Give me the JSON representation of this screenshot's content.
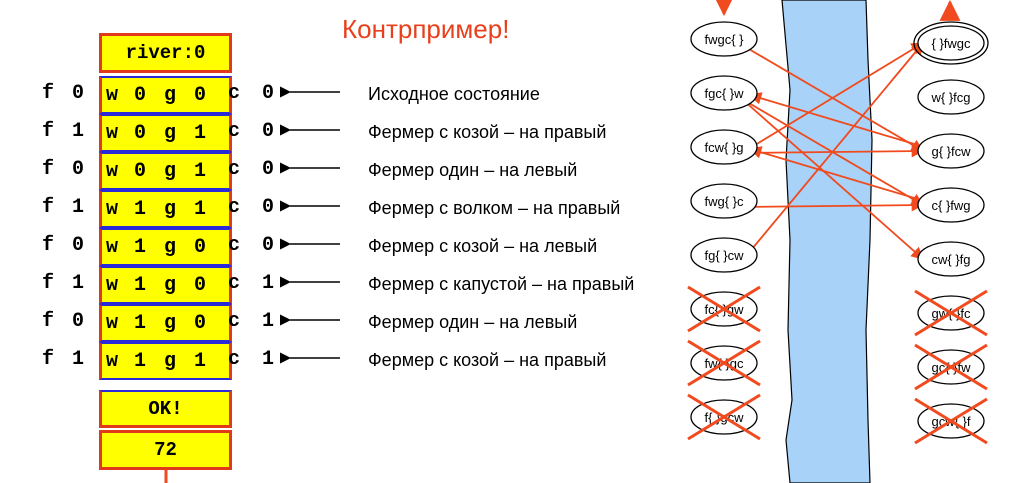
{
  "title": "Контрпример!",
  "table": {
    "header": "river:0",
    "rows": [
      {
        "f": "f",
        "fv": "0",
        "w": "w",
        "wv": "0",
        "g": "g",
        "gv": "0",
        "c": "c",
        "cv": "0",
        "label": "Исходное состояние"
      },
      {
        "f": "f",
        "fv": "1",
        "w": "w",
        "wv": "0",
        "g": "g",
        "gv": "1",
        "c": "c",
        "cv": "0",
        "label": "Фермер с козой – на правый"
      },
      {
        "f": "f",
        "fv": "0",
        "w": "w",
        "wv": "0",
        "g": "g",
        "gv": "1",
        "c": "c",
        "cv": "0",
        "label": "Фермер один – на левый"
      },
      {
        "f": "f",
        "fv": "1",
        "w": "w",
        "wv": "1",
        "g": "g",
        "gv": "1",
        "c": "c",
        "cv": "0",
        "label": "Фермер с волком – на правый"
      },
      {
        "f": "f",
        "fv": "0",
        "w": "w",
        "wv": "1",
        "g": "g",
        "gv": "0",
        "c": "c",
        "cv": "0",
        "label": "Фермер с козой – на левый"
      },
      {
        "f": "f",
        "fv": "1",
        "w": "w",
        "wv": "1",
        "g": "g",
        "gv": "0",
        "c": "c",
        "cv": "1",
        "label": "Фермер с капустой – на правый"
      },
      {
        "f": "f",
        "fv": "0",
        "w": "w",
        "wv": "1",
        "g": "g",
        "gv": "0",
        "c": "c",
        "cv": "1",
        "label": "Фермер один – на левый"
      },
      {
        "f": "f",
        "fv": "1",
        "w": "w",
        "wv": "1",
        "g": "g",
        "gv": "1",
        "c": "c",
        "cv": "1",
        "label": "Фермер с козой – на правый"
      }
    ],
    "ok": "OK!",
    "count": "72"
  },
  "diagram": {
    "left_nodes": [
      "fwgc{ }",
      "fgc{ }w",
      "fcw{ }g",
      "fwg{ }c",
      "fg{ }cw",
      "fc{ }gw",
      "fw{ }gc",
      "f{ }gcw"
    ],
    "right_nodes": [
      "{ }fwgc",
      "w{ }fcg",
      "g{ }fcw",
      "c{ }fwg",
      "cw{ }fg",
      "gw{ }fc",
      "gc{ }fw",
      "gcw{ }f"
    ],
    "crossed_left": [
      5,
      6,
      7
    ],
    "crossed_right": [
      5,
      6,
      7
    ],
    "colors": {
      "river": "#a8d2f8",
      "arrow": "#f04a1e",
      "cross": "#f04a1e"
    }
  }
}
